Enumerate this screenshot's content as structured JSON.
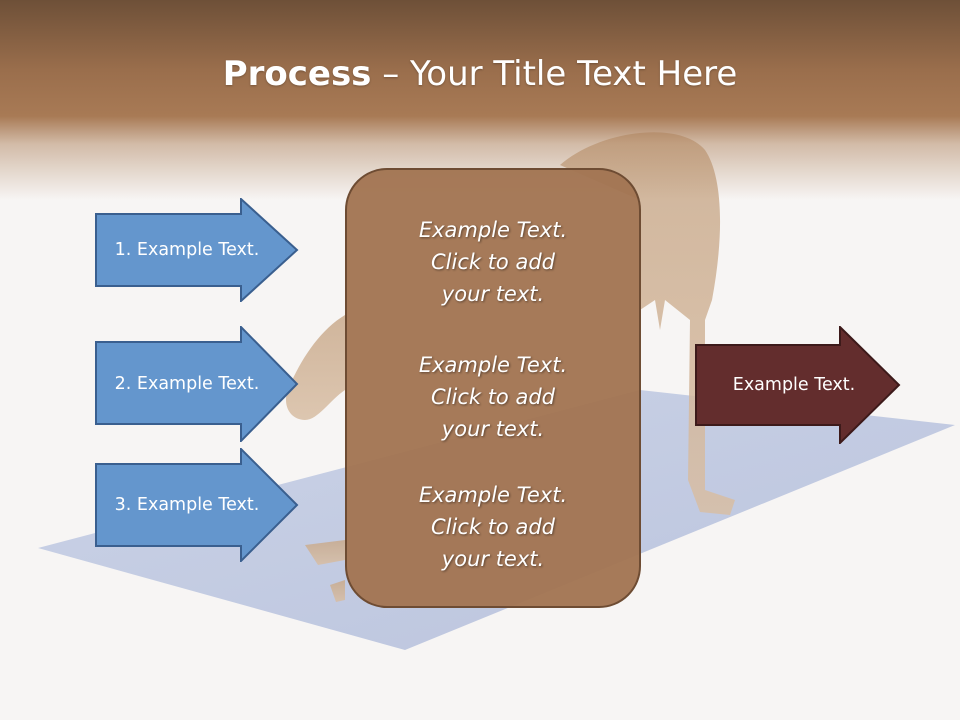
{
  "slide": {
    "title_bold": "Process",
    "title_rest": " – Your Title Text Here"
  },
  "inputs": [
    {
      "label": "1. Example Text."
    },
    {
      "label": "2. Example Text."
    },
    {
      "label": "3. Example Text."
    }
  ],
  "center": {
    "blocks": [
      {
        "lines": [
          "Example Text.",
          "Click  to add",
          "your text."
        ]
      },
      {
        "lines": [
          "Example Text.",
          "Click  to add",
          "your text."
        ]
      },
      {
        "lines": [
          "Example Text.",
          "Click  to add",
          "your text."
        ]
      }
    ]
  },
  "output": {
    "label": "Example Text."
  },
  "colors": {
    "header": "#9a6e4c",
    "input_arrow": "#6496cd",
    "input_arrow_border": "#3a5f8f",
    "center_box": "#a27552",
    "output_arrow": "#632d2d"
  },
  "background_image": {
    "subject": "dog-on-yoga-mat"
  }
}
